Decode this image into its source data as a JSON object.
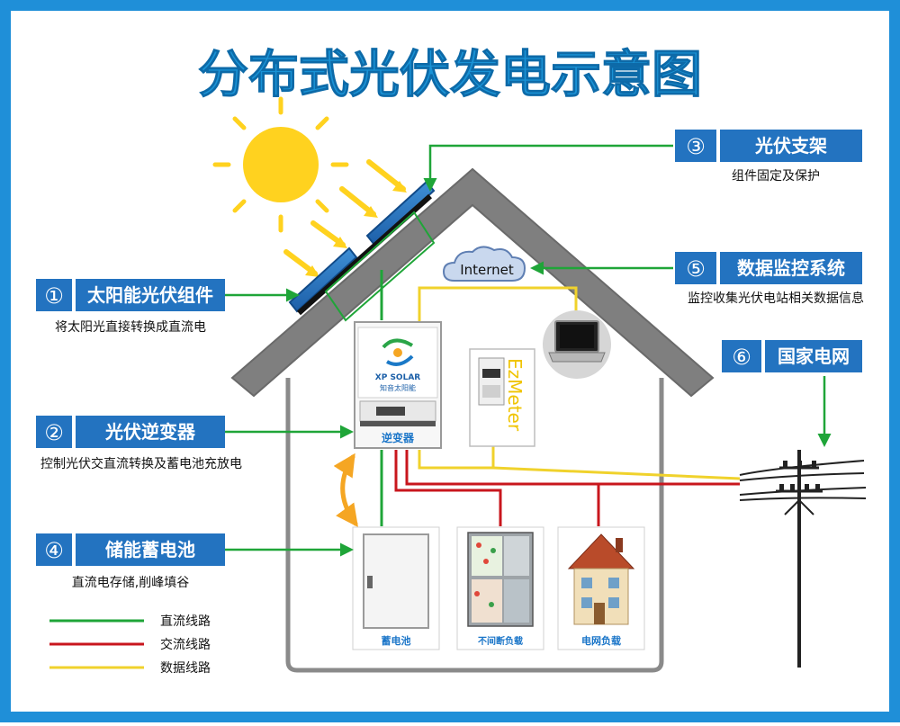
{
  "title": "分布式光伏发电示意图",
  "callouts": [
    {
      "num": "①",
      "label": "太阳能光伏组件",
      "desc": "将太阳光直接转换成直流电"
    },
    {
      "num": "②",
      "label": "光伏逆变器",
      "desc": "控制光伏交直流转换及蓄电池充放电"
    },
    {
      "num": "③",
      "label": "光伏支架",
      "desc": "组件固定及保护"
    },
    {
      "num": "④",
      "label": "储能蓄电池",
      "desc": "直流电存储,削峰填谷"
    },
    {
      "num": "⑤",
      "label": "数据监控系统",
      "desc": "监控收集光伏电站相关数据信息"
    },
    {
      "num": "⑥",
      "label": "国家电网",
      "desc": ""
    }
  ],
  "devices": {
    "internet": "Internet",
    "inverter_brand": "XP SOLAR",
    "inverter_brand_cn": "知音太阳能",
    "inverter_label": "逆变器",
    "meter": "EzMeter",
    "battery_label": "蓄电池",
    "fridge_label": "不间断负载",
    "house_label": "电网负载"
  },
  "legend": [
    {
      "label": "直流线路",
      "color": "#1fa538"
    },
    {
      "label": "交流线路",
      "color": "#c8161d"
    },
    {
      "label": "数据线路",
      "color": "#f0d22c"
    }
  ],
  "colors": {
    "frame": "#1f8fd8",
    "accent_box": "#2373c0",
    "title": "#1a93d6",
    "roof": "#7a7a7a",
    "dc": "#1fa538",
    "ac": "#c8161d",
    "data": "#f0d22c",
    "sun": "#ffd21f",
    "arrow_orange": "#f5a623"
  }
}
